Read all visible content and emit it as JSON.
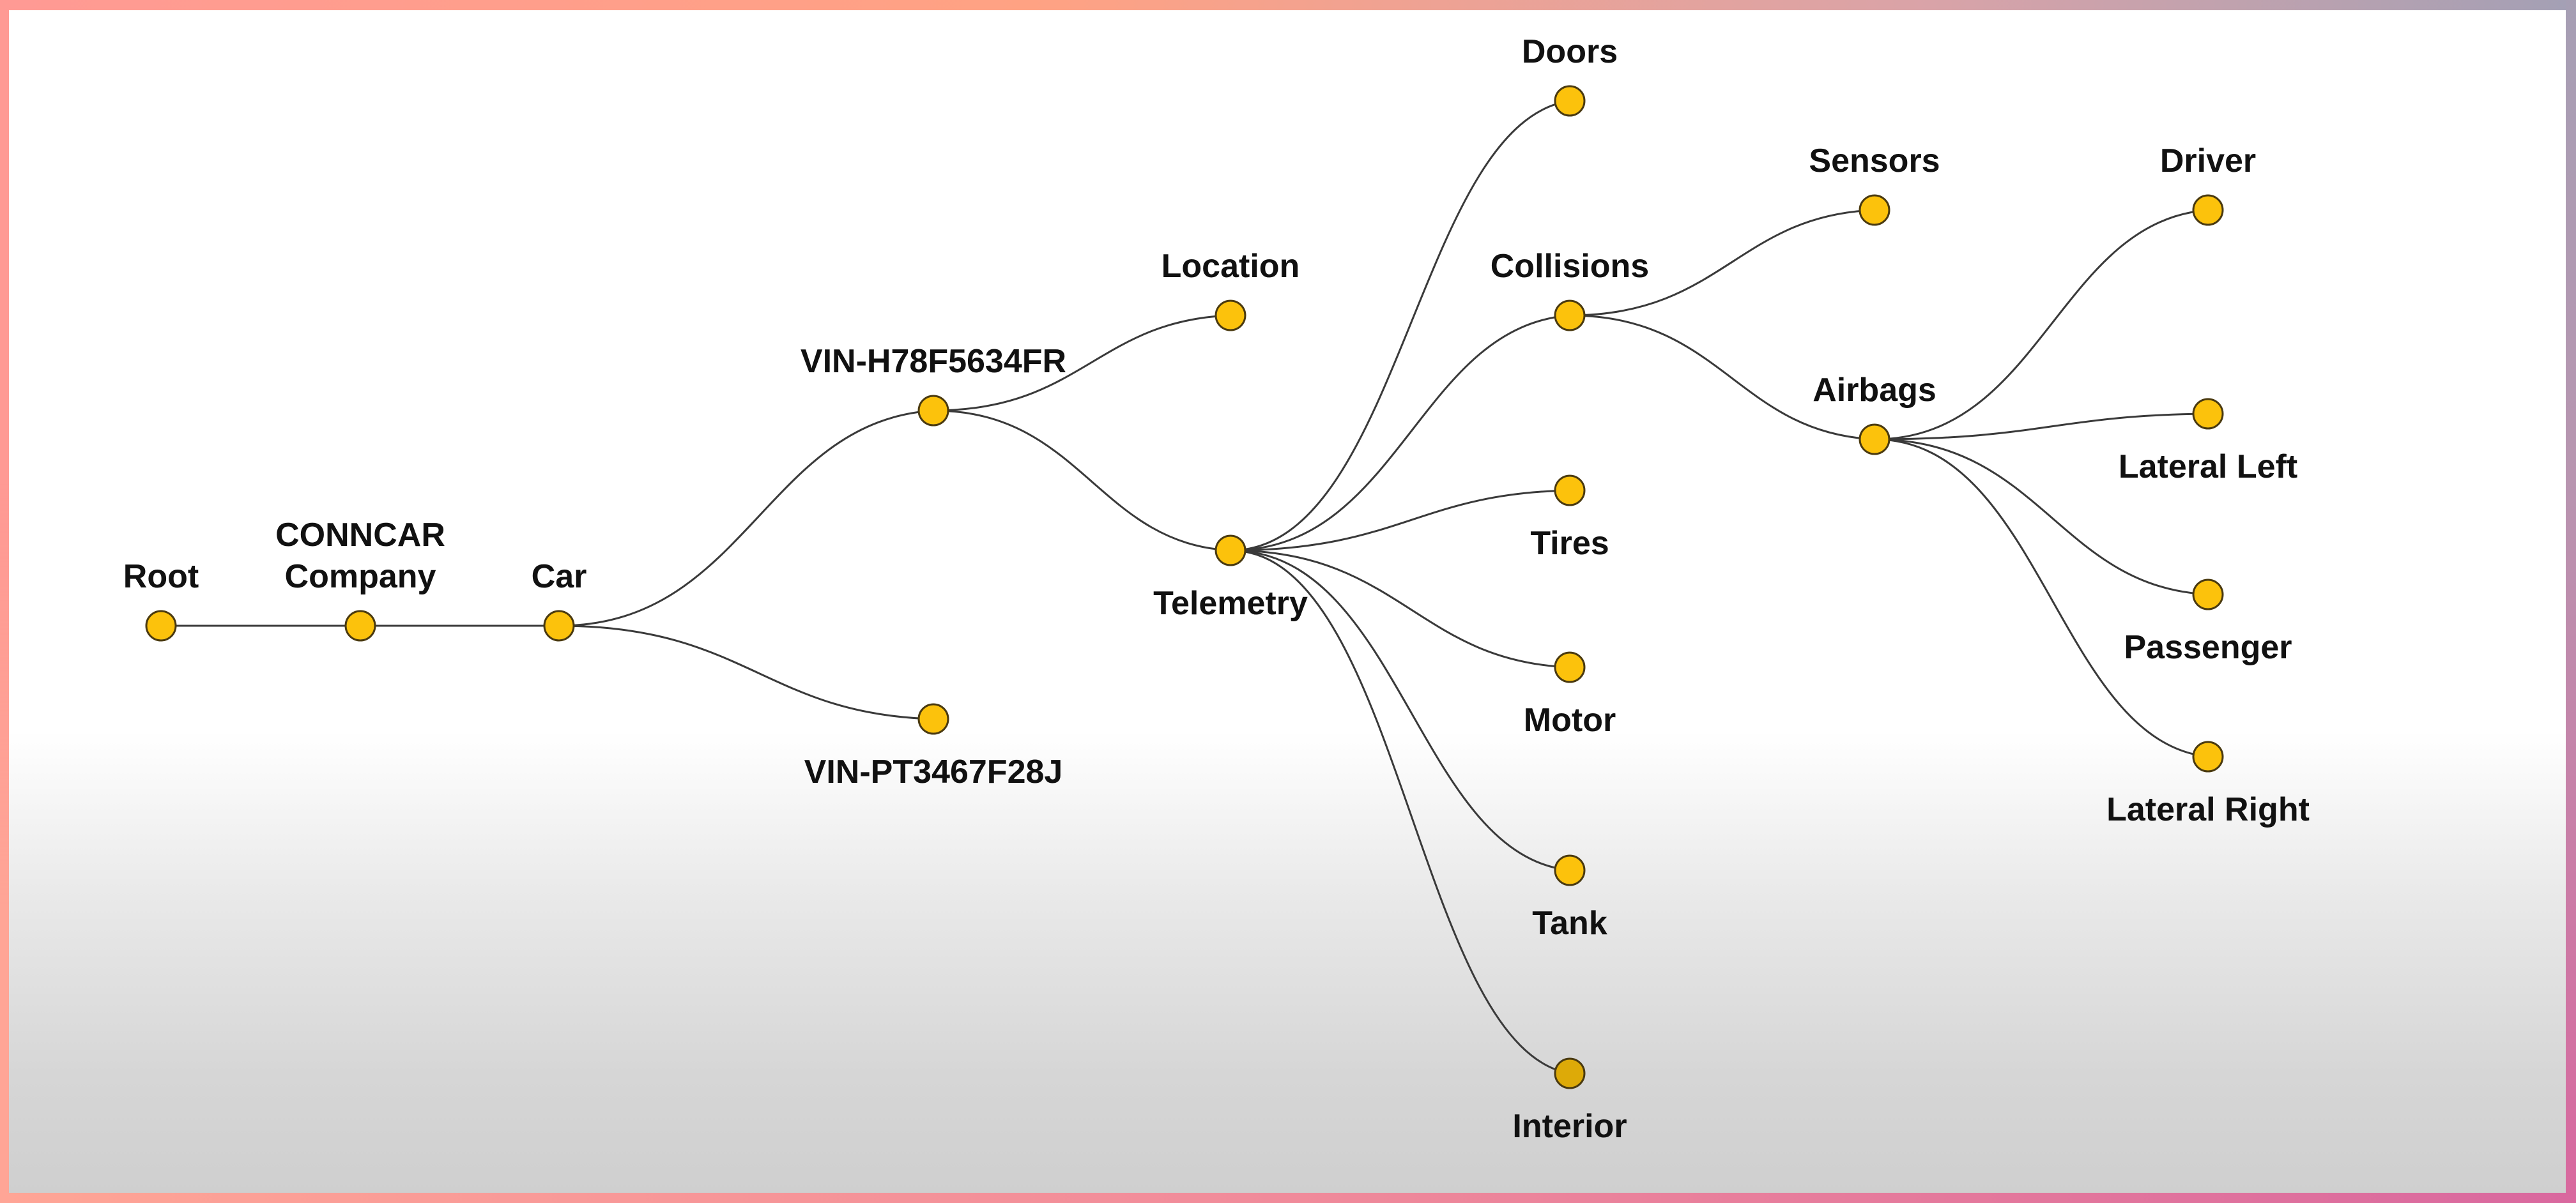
{
  "diagram": {
    "type": "tree",
    "title": "",
    "colors": {
      "node_fill": "#fcc20c",
      "node_fill_highlight": "#ddaa08",
      "edge": "#3a3a3a",
      "label": "#111111"
    },
    "nodes": [
      {
        "id": "root",
        "label": [
          "Root"
        ],
        "label_pos": "above"
      },
      {
        "id": "company",
        "label": [
          "CONNCAR",
          "Company"
        ],
        "label_pos": "above"
      },
      {
        "id": "car",
        "label": [
          "Car"
        ],
        "label_pos": "above"
      },
      {
        "id": "vin1",
        "label": [
          "VIN-H78F5634FR"
        ],
        "label_pos": "above"
      },
      {
        "id": "vin2",
        "label": [
          "VIN-PT3467F28J"
        ],
        "label_pos": "below"
      },
      {
        "id": "location",
        "label": [
          "Location"
        ],
        "label_pos": "above"
      },
      {
        "id": "telemetry",
        "label": [
          "Telemetry"
        ],
        "label_pos": "below"
      },
      {
        "id": "doors",
        "label": [
          "Doors"
        ],
        "label_pos": "above"
      },
      {
        "id": "collisions",
        "label": [
          "Collisions"
        ],
        "label_pos": "above"
      },
      {
        "id": "tires",
        "label": [
          "Tires"
        ],
        "label_pos": "below"
      },
      {
        "id": "motor",
        "label": [
          "Motor"
        ],
        "label_pos": "below"
      },
      {
        "id": "tank",
        "label": [
          "Tank"
        ],
        "label_pos": "below"
      },
      {
        "id": "interior",
        "label": [
          "Interior"
        ],
        "label_pos": "below",
        "highlighted": true
      },
      {
        "id": "sensors",
        "label": [
          "Sensors"
        ],
        "label_pos": "above"
      },
      {
        "id": "airbags",
        "label": [
          "Airbags"
        ],
        "label_pos": "above"
      },
      {
        "id": "driver",
        "label": [
          "Driver"
        ],
        "label_pos": "above"
      },
      {
        "id": "lateral_left",
        "label": [
          "Lateral Left"
        ],
        "label_pos": "below"
      },
      {
        "id": "passenger",
        "label": [
          "Passenger"
        ],
        "label_pos": "below"
      },
      {
        "id": "lateral_right",
        "label": [
          "Lateral Right"
        ],
        "label_pos": "below"
      }
    ],
    "edges": [
      [
        "root",
        "company"
      ],
      [
        "company",
        "car"
      ],
      [
        "car",
        "vin1"
      ],
      [
        "car",
        "vin2"
      ],
      [
        "vin1",
        "location"
      ],
      [
        "vin1",
        "telemetry"
      ],
      [
        "telemetry",
        "doors"
      ],
      [
        "telemetry",
        "collisions"
      ],
      [
        "telemetry",
        "tires"
      ],
      [
        "telemetry",
        "motor"
      ],
      [
        "telemetry",
        "tank"
      ],
      [
        "telemetry",
        "interior"
      ],
      [
        "collisions",
        "sensors"
      ],
      [
        "collisions",
        "airbags"
      ],
      [
        "airbags",
        "driver"
      ],
      [
        "airbags",
        "lateral_left"
      ],
      [
        "airbags",
        "passenger"
      ],
      [
        "airbags",
        "lateral_right"
      ]
    ]
  }
}
